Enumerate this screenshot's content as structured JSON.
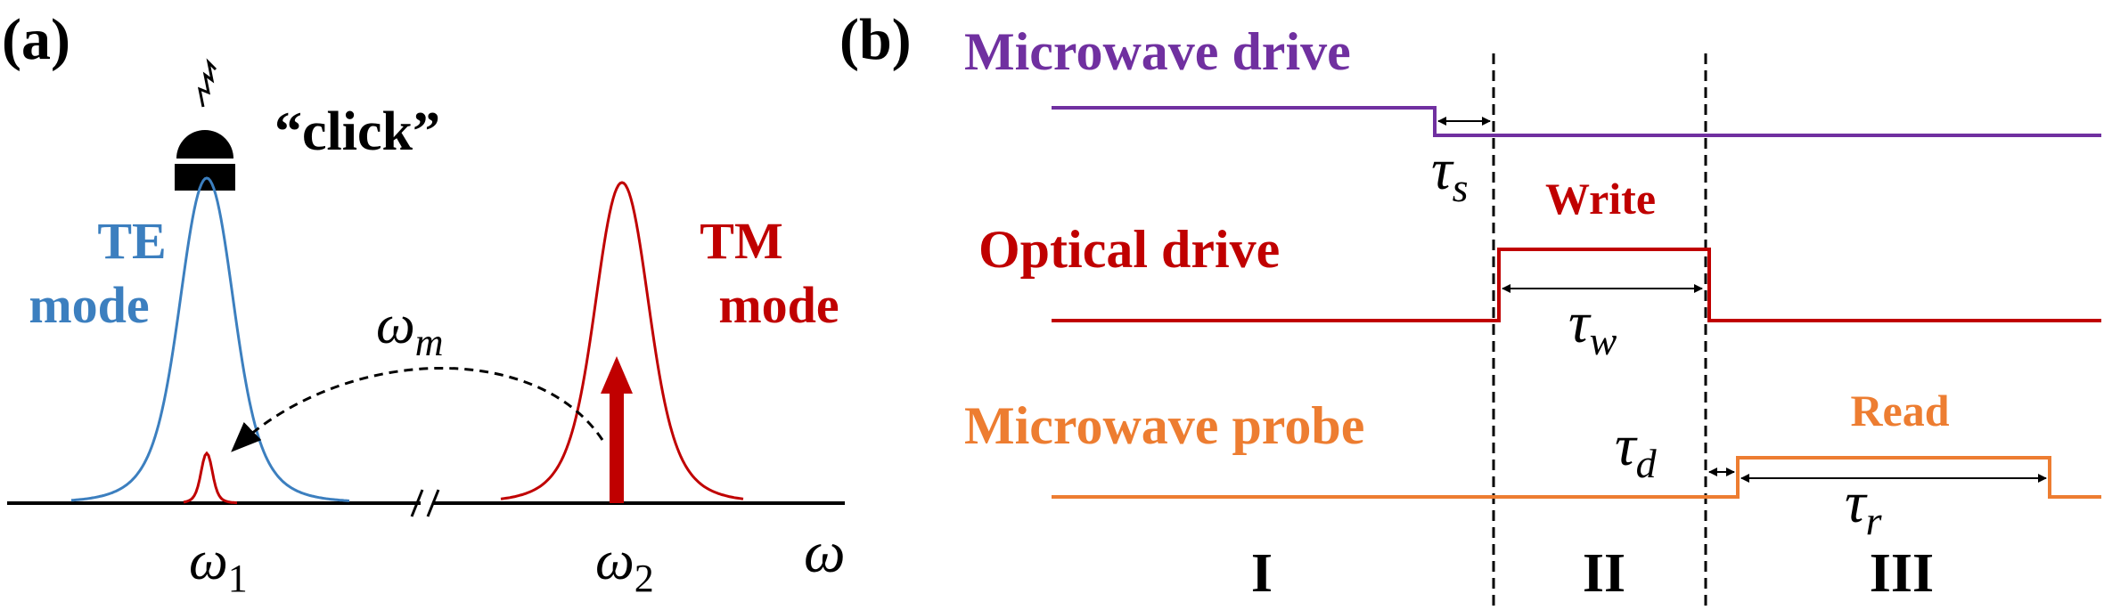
{
  "colors": {
    "te": "#3c7fbf",
    "tm": "#c00000",
    "microwave_drive": "#7030a0",
    "optical_drive": "#c00000",
    "microwave_probe": "#ed7d31",
    "axis": "#000000"
  },
  "panel_a": {
    "label": "(a)",
    "click": "“click”",
    "te_mode": [
      "TE",
      "mode"
    ],
    "tm_mode": [
      "TM",
      "mode"
    ],
    "omega_m": {
      "base": "ω",
      "sub": "m"
    },
    "omega_1": {
      "base": "ω",
      "sub": "1"
    },
    "omega_2": {
      "base": "ω",
      "sub": "2"
    },
    "omega": "ω",
    "icons": [
      "detector-icon"
    ]
  },
  "panel_b": {
    "label": "(b)",
    "microwave_drive": "Microwave drive",
    "optical_drive": "Optical drive",
    "microwave_probe": "Microwave probe",
    "write": "Write",
    "read": "Read",
    "tau_s": {
      "base": "τ",
      "sub": "s"
    },
    "tau_w": {
      "base": "τ",
      "sub": "w"
    },
    "tau_d": {
      "base": "τ",
      "sub": "d"
    },
    "tau_r": {
      "base": "τ",
      "sub": "r"
    },
    "regions": [
      "I",
      "II",
      "III"
    ]
  }
}
